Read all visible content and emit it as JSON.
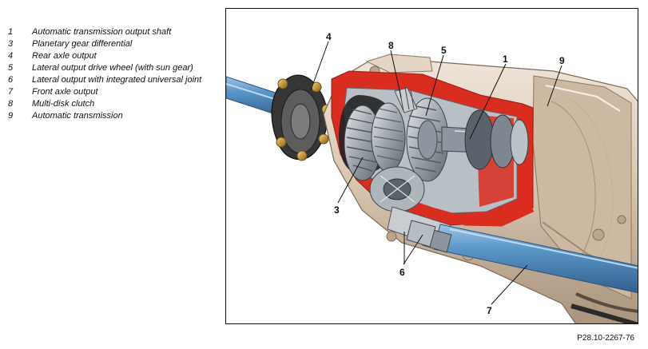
{
  "legend": [
    {
      "num": "1",
      "text": "Automatic transmission output shaft"
    },
    {
      "num": "3",
      "text": "Planetary gear differential"
    },
    {
      "num": "4",
      "text": "Rear axle output"
    },
    {
      "num": "5",
      "text": "Lateral output drive wheel (with sun gear)"
    },
    {
      "num": "6",
      "text": "Lateral output with integrated universal joint"
    },
    {
      "num": "7",
      "text": "Front axle output"
    },
    {
      "num": "8",
      "text": "Multi-disk clutch"
    },
    {
      "num": "9",
      "text": "Automatic transmission"
    }
  ],
  "callouts": {
    "c4": "4",
    "c8": "8",
    "c5": "5",
    "c1": "1",
    "c9": "9",
    "c3": "3",
    "c6": "6",
    "c7": "7"
  },
  "figure_id": "P28.10-2267-76",
  "colors": {
    "shaft_blue": "#5b97c9",
    "cutaway_red": "#d92d1f",
    "housing_beige": "#d9c6b0",
    "housing_shadow": "#b49f89",
    "metal_gray": "#a4aab1",
    "dark_gray": "#2d2d2d",
    "gold": "#c3983d"
  }
}
